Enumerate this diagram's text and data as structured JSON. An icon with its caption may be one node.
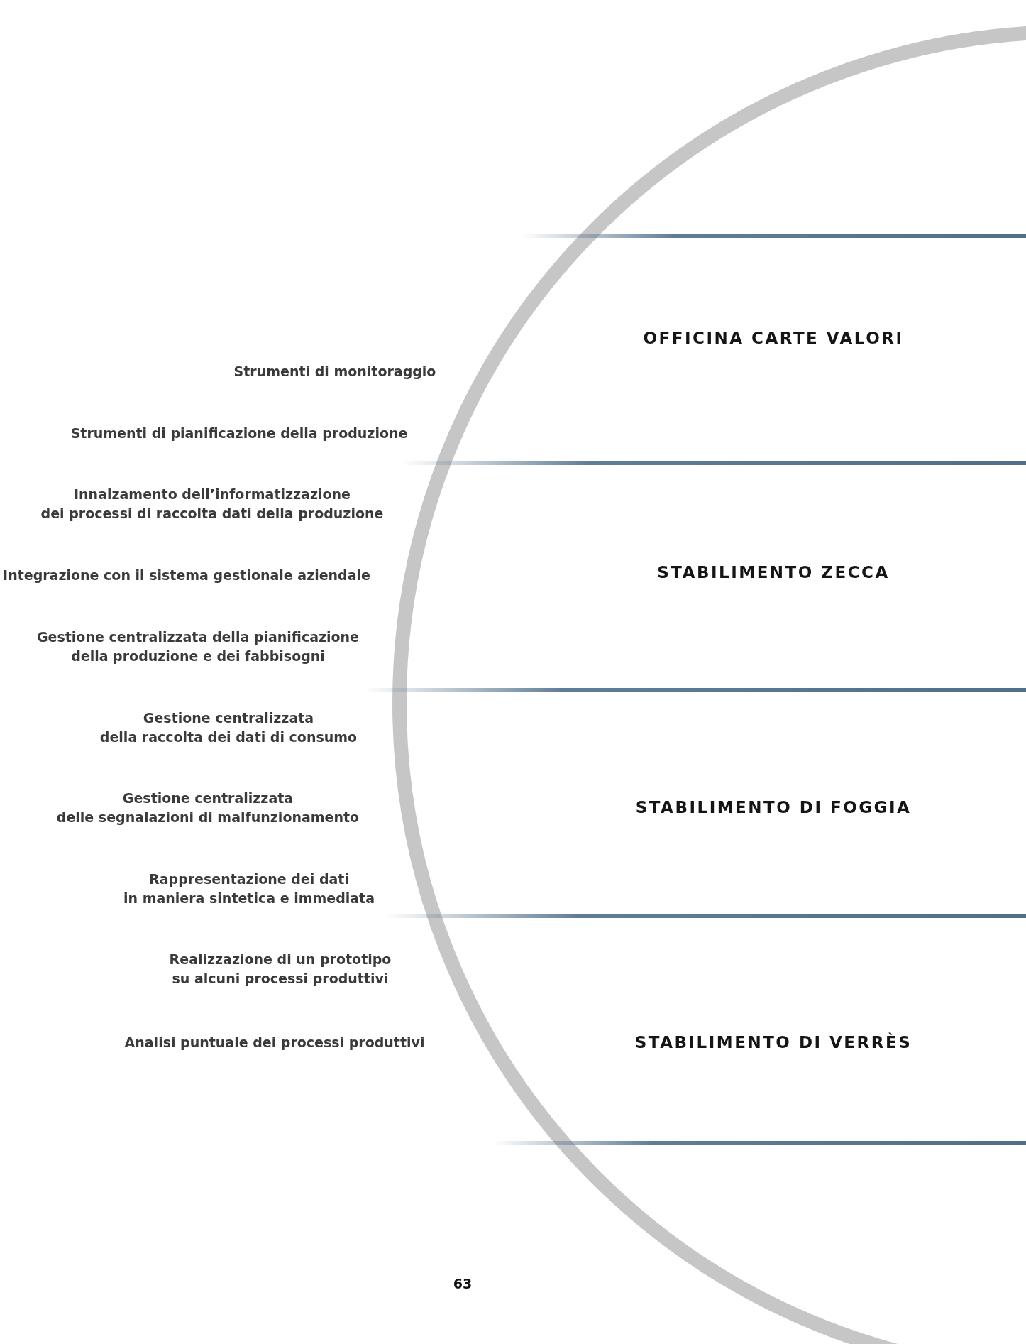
{
  "diagram": {
    "nodes": [
      {
        "text": [
          "OFFICINA CARTE VALORI"
        ]
      },
      {
        "text": [
          "STABILIMENTO ZECCA"
        ]
      },
      {
        "text": [
          "STABILIMENTO DI FOGGIA"
        ]
      },
      {
        "text": [
          "STABILIMENTO DI VERRÈS"
        ]
      }
    ],
    "edges": [],
    "labels": [
      "Strumenti di monitoraggio",
      "Strumenti di pianificazione della produzione",
      "Innalzamento dell’informatizzazione dei processi di raccolta dati della produzione",
      "Integrazione con il sistema gestionale aziendale",
      "Gestione centralizzata della pianificazione della produzione e dei fabbisogni",
      "Gestione centralizzata della raccolta dei dati di consumo",
      "Gestione centralizzata delle segnalazioni di malfunzionamento",
      "Rappresentazione dei dati in maniera sintetica e immediata",
      "Realizzazione di un prototipo su alcuni processi produttivi",
      "Analisi puntuale dei processi produttivi",
      "63"
    ]
  }
}
